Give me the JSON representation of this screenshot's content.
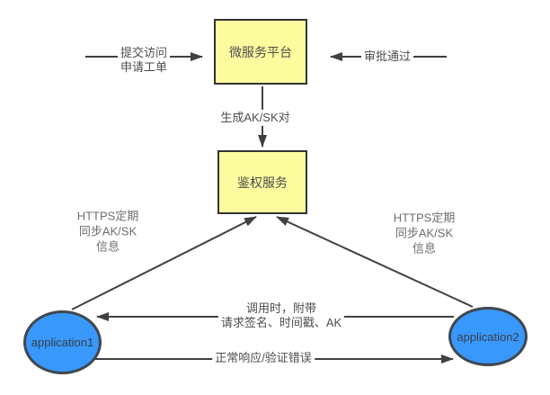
{
  "diagram": {
    "nodes": [
      {
        "id": "platform",
        "shape": "rect",
        "label": "微服务平台"
      },
      {
        "id": "auth",
        "shape": "rect",
        "label": "鉴权服务"
      },
      {
        "id": "app1",
        "shape": "ellipse",
        "label": "application1"
      },
      {
        "id": "app2",
        "shape": "ellipse",
        "label": "application2"
      }
    ],
    "edge_labels": {
      "submit_ticket": "提交访问\n申请工单",
      "approved": "审批通过",
      "generate_aksk": "生成AK/SK对",
      "sync_left": "HTTPS定期\n同步AK/SK\n信息",
      "sync_right": "HTTPS定期\n同步AK/SK\n信息",
      "invoke_request": "调用时，附带\n请求签名、时间戳、AK",
      "normal_response": "正常响应/验证错误"
    },
    "colors": {
      "background": "#ffffff",
      "node_fill_yellow": "#fcfc9f",
      "node_fill_blue": "#3898fb",
      "rect_border": "#333333",
      "ellipse_border": "#404750",
      "connector": "#404040",
      "label_text": "#4d4d4d",
      "muted_label_text": "#6e6e6e"
    }
  }
}
